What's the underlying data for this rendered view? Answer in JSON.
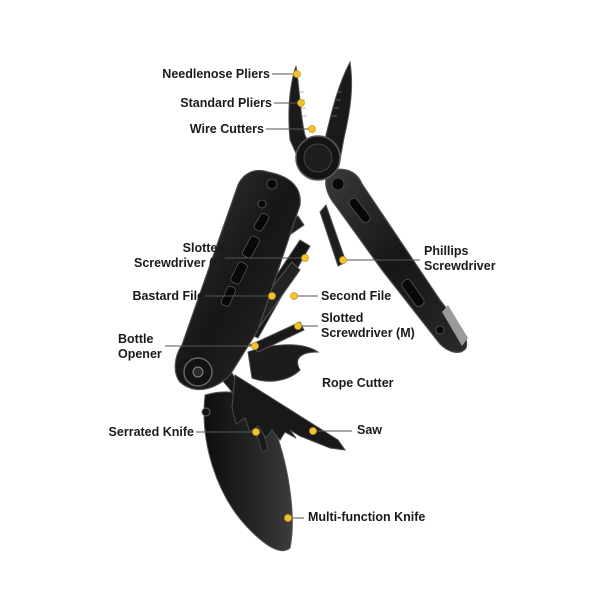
{
  "labels": {
    "needlenose_pliers": "Needlenose Pliers",
    "standard_pliers": "Standard Pliers",
    "wire_cutters": "Wire Cutters",
    "slotted_screwdriver_l_1": "Slotted",
    "slotted_screwdriver_l_2": "Screwdriver (L)",
    "phillips_screwdriver_1": "Phillips",
    "phillips_screwdriver_2": "Screwdriver",
    "bastard_file": "Bastard File",
    "second_file": "Second File",
    "slotted_screwdriver_m_1": "Slotted",
    "slotted_screwdriver_m_2": "Screwdriver (M)",
    "bottle_opener_1": "Bottle",
    "bottle_opener_2": "Opener",
    "rope_cutter": "Rope Cutter",
    "serrated_knife": "Serrated Knife",
    "saw": "Saw",
    "multi_function_knife": "Multi-function Knife"
  },
  "colors": {
    "tool_body": "#1b1b1b",
    "tool_edge": "#4a4a4a",
    "marker": "#f2c230",
    "leader_line": "#555555",
    "label_text": "#1a1a1a"
  }
}
